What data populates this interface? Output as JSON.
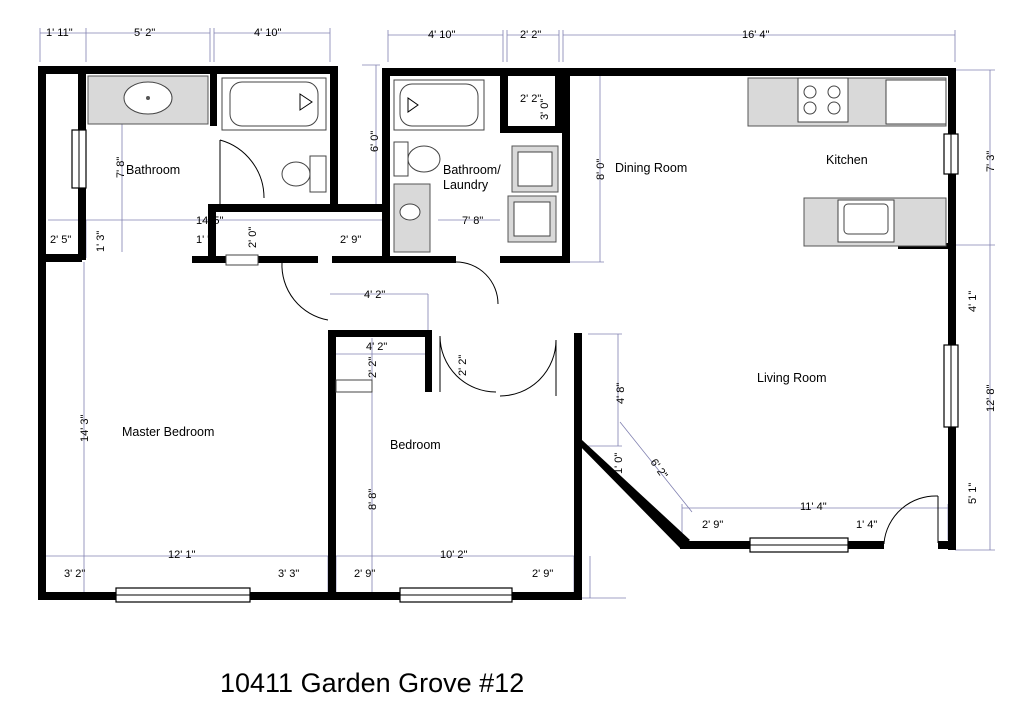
{
  "title": "10411 Garden Grove #12",
  "rooms": {
    "bathroom": "Bathroom",
    "bathroom_laundry_1": "Bathroom/",
    "bathroom_laundry_2": "Laundry",
    "dining_room": "Dining Room",
    "kitchen": "Kitchen",
    "living_room": "Living Room",
    "master_bedroom": "Master Bedroom",
    "bedroom": "Bedroom"
  },
  "dims": {
    "top_1_11": "1' 11\"",
    "top_5_2": "5' 2\"",
    "top_4_10a": "4' 10\"",
    "top_4_10b": "4' 10\"",
    "top_2_2": "2' 2\"",
    "top_16_4": "16' 4\"",
    "bath_6_0": "6' 0\"",
    "bath_7_8": "7' 8\"",
    "closet_2_2": "2' 2\"",
    "closet_3_0": "3' 0\"",
    "dining_8_0": "8' 0\"",
    "kitchen_7_3": "7' 3\"",
    "hall_14_5": "14' 5\"",
    "left_2_5": "2' 5\"",
    "left_1_3": "1' 3\"",
    "hall_1_": "1' \"",
    "hall_2_0": "2' 0\"",
    "hall_2_9": "2' 9\"",
    "laundry_7_8": "7' 8\"",
    "hall_4_2": "4' 2\"",
    "closet_4_2": "4' 2\"",
    "closet_2_2_v": "2' 2\"",
    "door_2_2": "2' 2\"",
    "right_4_1": "4' 1\"",
    "right_12_8": "12' 8\"",
    "right_5_1": "5' 1\"",
    "living_4_8": "4' 8\"",
    "living_1_0": "1' 0\"",
    "living_6_2": "6' 2\"",
    "master_14_3": "14' 3\"",
    "bedroom_8_8": "8' 8\"",
    "bottom_11_4": "11' 4\"",
    "bottom_2_9": "2' 9\"",
    "bottom_1_4": "1' 4\"",
    "master_12_1": "12' 1\"",
    "master_3_2": "3' 2\"",
    "master_3_3": "3' 3\"",
    "bedroom_10_2": "10' 2\"",
    "bedroom_2_9a": "2' 9\"",
    "bedroom_2_9b": "2' 9\""
  },
  "icons": [
    "sink-icon",
    "bathtub-icon",
    "toilet-icon",
    "stove-icon",
    "washer-icon",
    "dryer-icon",
    "door-swing-icon",
    "window-icon"
  ]
}
